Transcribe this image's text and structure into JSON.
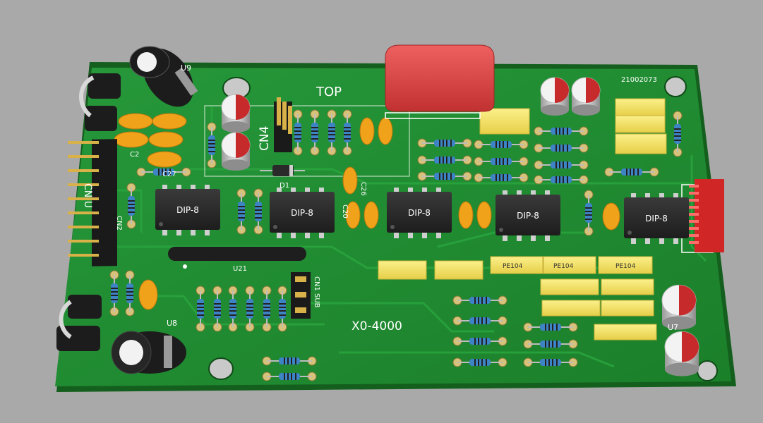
{
  "board": {
    "serial": "21002073",
    "side_label": "TOP",
    "model": "X0-4000",
    "colors": {
      "background": "#a9a9a9",
      "pcb": "#1f8a2c",
      "pcb_edge": "#145f1d",
      "silkscreen": "#ffffff",
      "ic_body": "#2a2a2a",
      "resistor": "#3d84c4",
      "ceramic_cap": "#f0a21a",
      "film_cap": "#f2e36a",
      "x_cap": "#d94545",
      "header_pin": "#d8b248",
      "connector_red": "#e0302f"
    }
  },
  "labels": {
    "ic1": "DIP-8",
    "ic2": "DIP-8",
    "ic3": "DIP-8",
    "ic4": "DIP-8",
    "ic5": "DIP-8",
    "cn4": "CN4",
    "cn2": "CN2",
    "cn_u": "CN U",
    "cn1_sub": "CN1 SUB",
    "u9": "U9",
    "u8": "U8",
    "u7": "U7",
    "u21": "U21",
    "d1": "D1",
    "c2": "C2",
    "c27": "C27",
    "c26": "C26",
    "c20": "C20",
    "pe1": "PE104",
    "pe2": "PE104",
    "pe3": "PE104"
  }
}
